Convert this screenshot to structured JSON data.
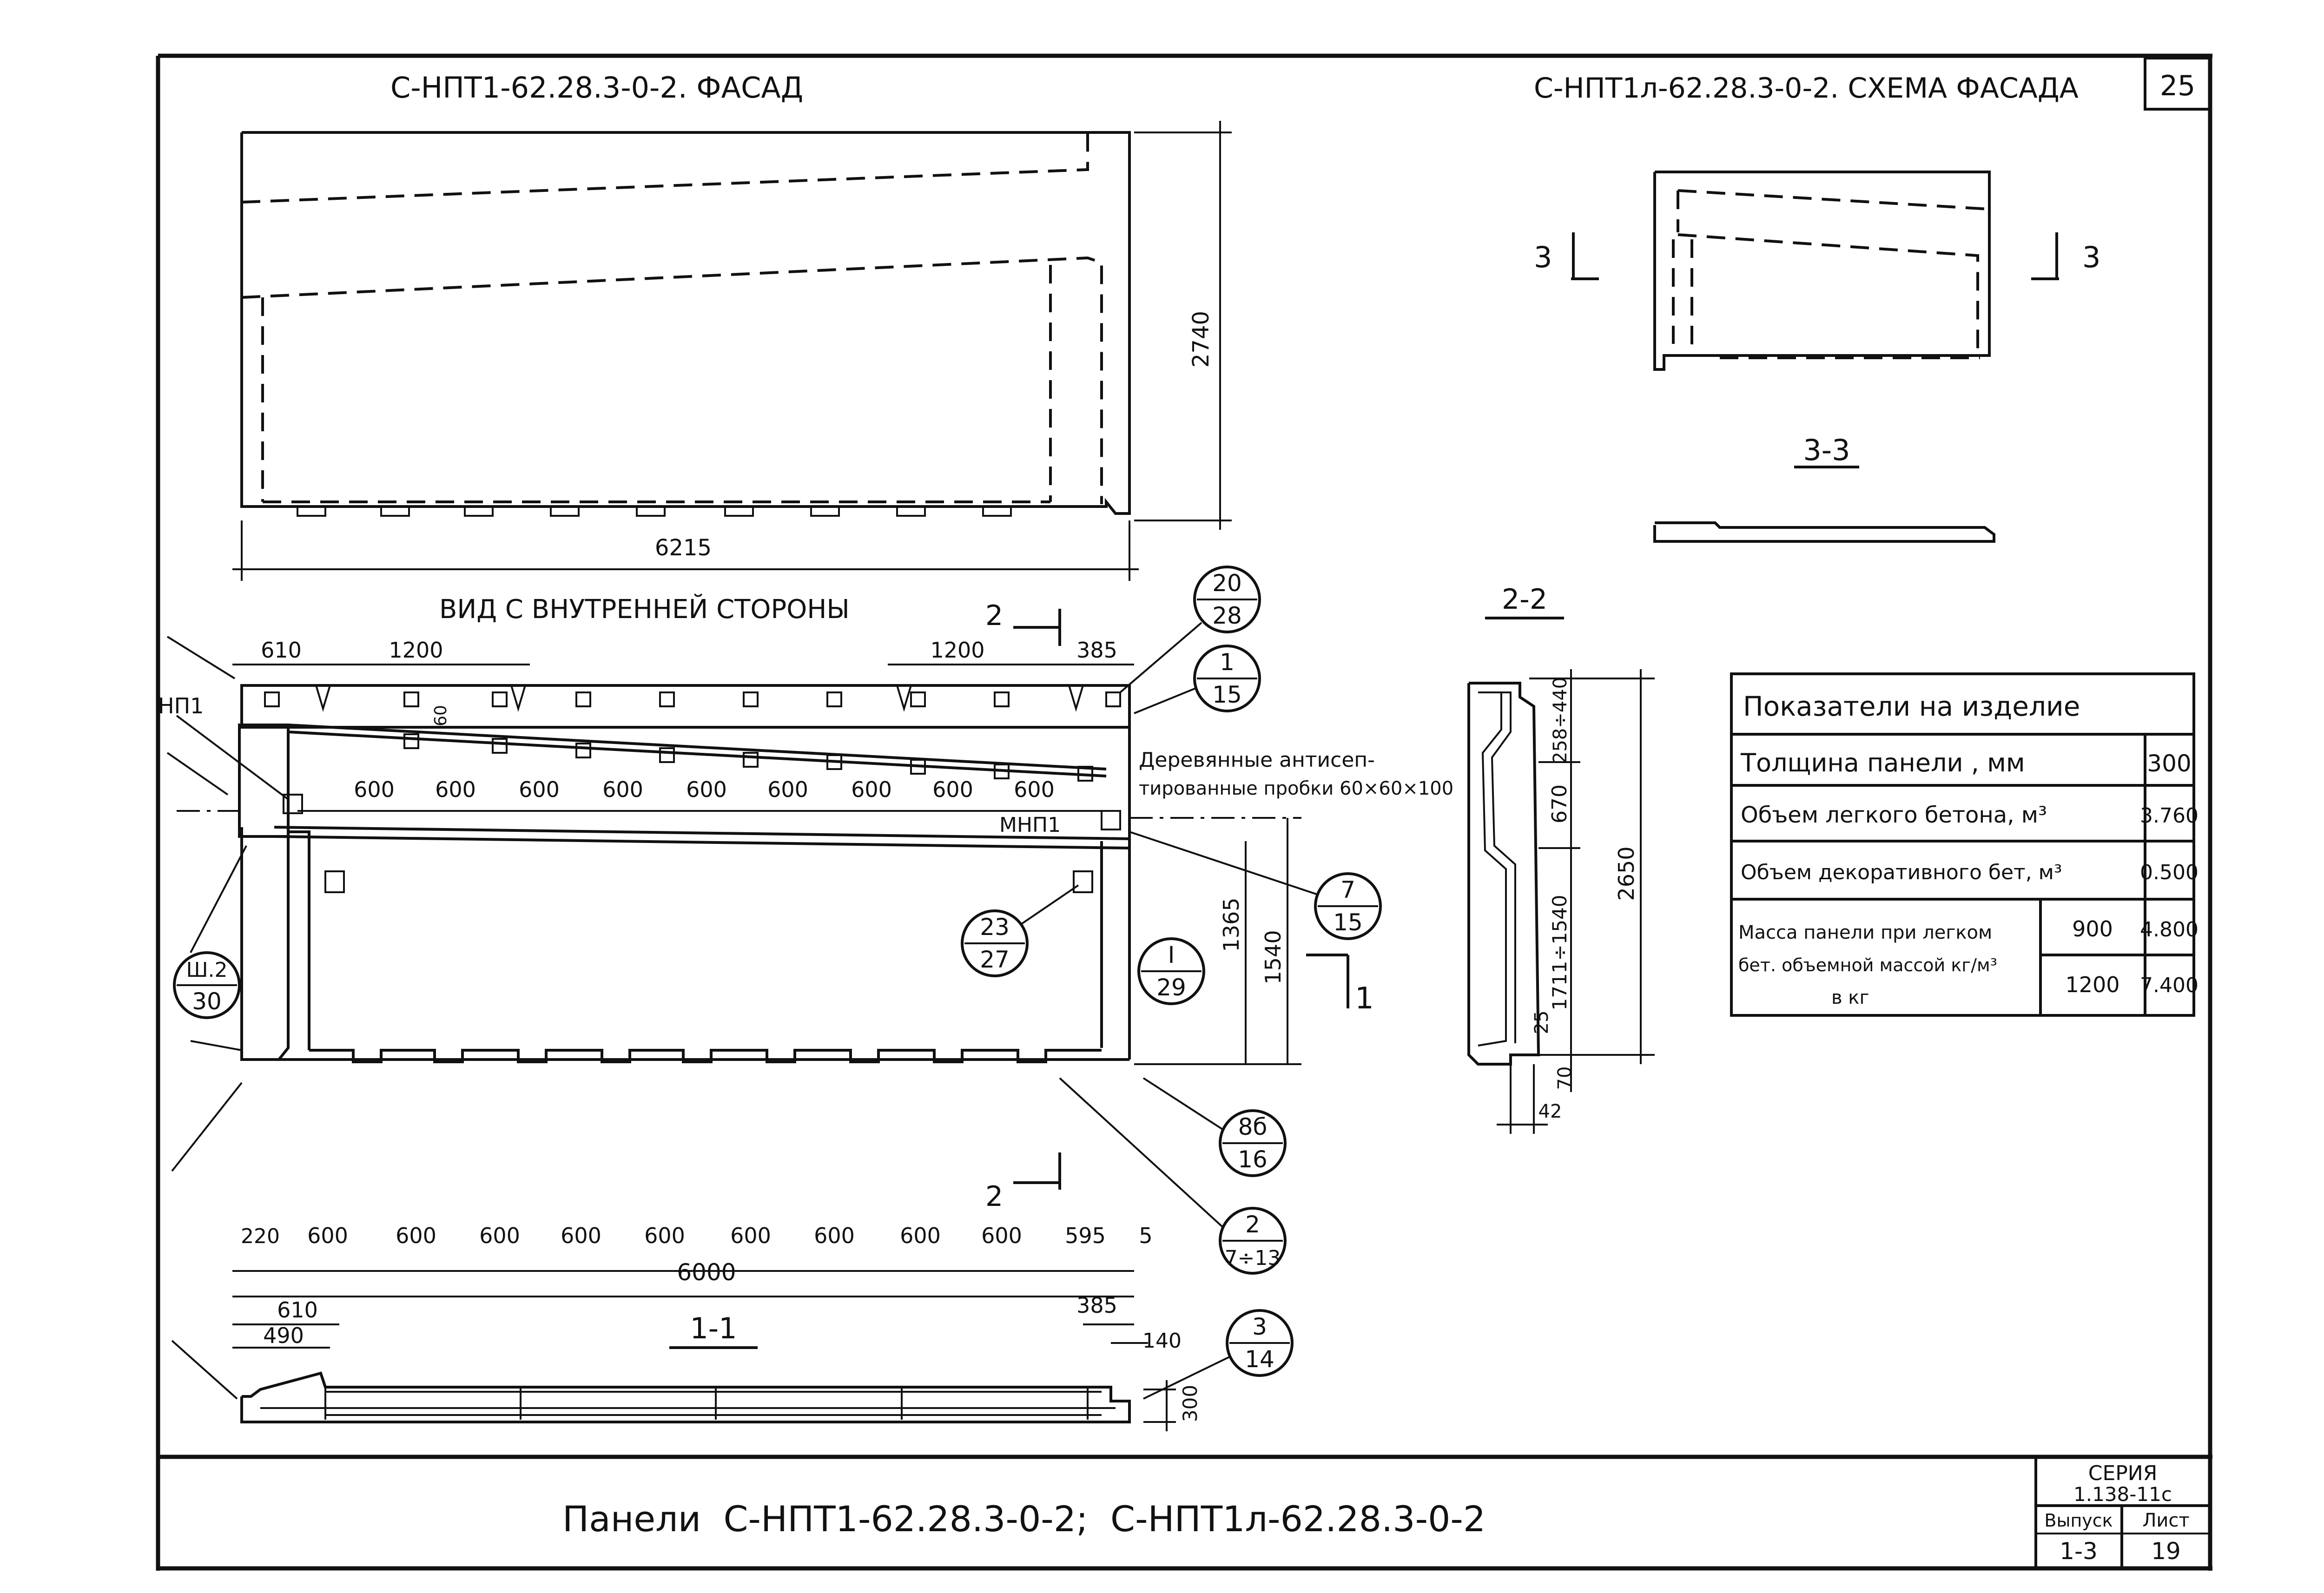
{
  "page": {
    "sheet_number": "25",
    "title": "Панели  С-НПТ1-62.28.3-0-2;  С-НПТ1л-62.28.3-0-2",
    "series_label": "СЕРИЯ",
    "series_value": "1.138-11с",
    "issue_label": "Выпуск",
    "issue_value": "1-3",
    "sheet_label": "Лист",
    "sheet_value": "19"
  },
  "facade": {
    "title": "С-НПТ1-62.28.3-0-2.  ФАСАД",
    "height_dim": "2740",
    "width_dim": "6215"
  },
  "scheme": {
    "title": "С-НПТ1л-62.28.3-0-2. СХЕМА ФАСАДА",
    "cut_left": "3",
    "cut_right": "3",
    "section_title": "3-3"
  },
  "inner_view": {
    "title": "ВИД С ВНУТРЕННЕЙ   СТОРОНЫ",
    "top_dims": [
      "610",
      "1200",
      "1200",
      "385"
    ],
    "pitch_label": "60",
    "plug_spacing": [
      "600",
      "600",
      "600",
      "600",
      "600",
      "600",
      "600",
      "600",
      "600"
    ],
    "plugs_note_line1": "Деревянные антисеп-",
    "plugs_note_line2": "тированные пробки 60×60×100",
    "label_np1": "НП1",
    "label_mnp1": "МНП1",
    "right_dims": [
      "1365",
      "1540"
    ],
    "bottom_dims": [
      "220",
      "600",
      "600",
      "600",
      "600",
      "600",
      "600",
      "600",
      "600",
      "600",
      "595",
      "5"
    ],
    "total_dim": "6000",
    "cut_mark": "2",
    "cut_1": "1"
  },
  "callouts": [
    {
      "top": "20",
      "bottom": "28"
    },
    {
      "top": "1",
      "bottom": "15"
    },
    {
      "top": "7",
      "bottom": "15"
    },
    {
      "top": "23",
      "bottom": "27"
    },
    {
      "top": "Ш.2",
      "bottom": "30"
    },
    {
      "top": "I",
      "bottom": "29"
    },
    {
      "top": "8б",
      "bottom": "16"
    },
    {
      "top": "2",
      "bottom": "7÷13"
    },
    {
      "top": "3",
      "bottom": "14"
    }
  ],
  "section_2_2": {
    "title": "2-2",
    "dims": [
      "258÷440",
      "670",
      "1711÷1540",
      "25",
      "2650",
      "70",
      "42"
    ]
  },
  "section_1_1": {
    "title": "1-1",
    "dims": [
      "610",
      "490",
      "385",
      "140",
      "300"
    ]
  },
  "indicators": {
    "title": "Показатели на изделие",
    "rows": [
      {
        "label": "Толщина панели , мм",
        "value": "300"
      },
      {
        "label": "Объем легкого бетона, м³",
        "value": "3.760"
      },
      {
        "label": "Объем декоративного бет, м³",
        "value": "0.500"
      }
    ],
    "mass_label_1": "Масса панели при легком",
    "mass_label_2": "бет. объемной массой кг/м³",
    "mass_label_3": "в кг",
    "mass_rows": [
      {
        "density": "900",
        "mass": "4.800"
      },
      {
        "density": "1200",
        "mass": "7.400"
      }
    ]
  }
}
